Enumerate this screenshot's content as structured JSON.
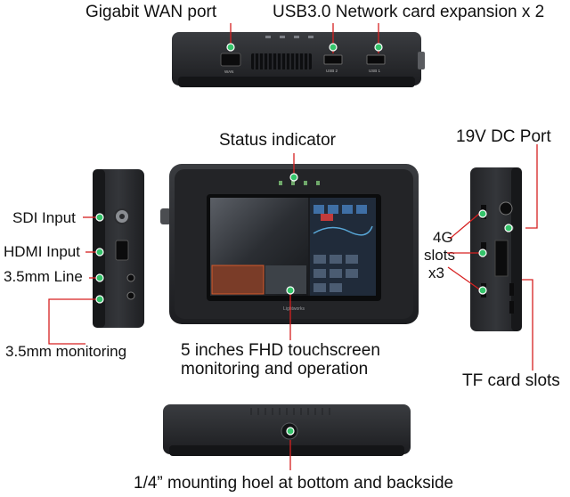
{
  "labels": {
    "wan_port": "Gigabit WAN port",
    "usb_expansion": "USB3.0 Network card expansion x 2",
    "status_indicator": "Status indicator",
    "dc_port": "19V DC Port",
    "sdi_input": "SDI Input",
    "hdmi_input": "HDMI Input",
    "line_in": "3.5mm Line",
    "monitoring": "3.5mm monitoring",
    "slots_4g_line1": "4G",
    "slots_4g_line2": "slots",
    "slots_4g_line3": "x3",
    "touchscreen_line1": "5 inches FHD touchscreen",
    "touchscreen_line2": "monitoring and operation",
    "tf_slots": "TF card slots",
    "mounting": "1/4” mounting hoel at bottom and backside"
  },
  "device_marks": {
    "wan_small": "WAN",
    "usb2_small": "USB 2",
    "usb1_small": "USB 1",
    "brand": "Lightworks"
  },
  "colors": {
    "callout_line": "#d62020",
    "indicator_dot": "#35c36a",
    "device_body": "#2a2c2f",
    "device_dark": "#17181a"
  }
}
